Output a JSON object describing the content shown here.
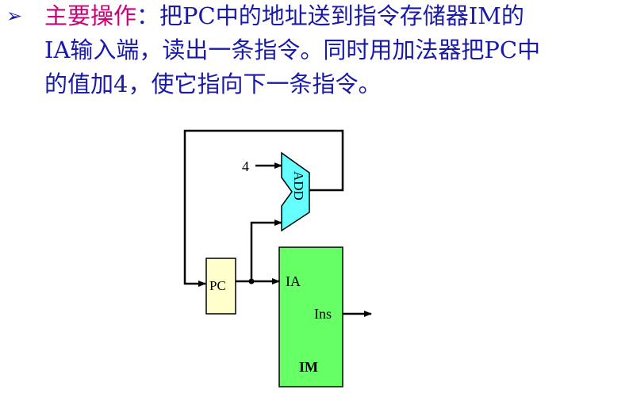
{
  "bullet_text": {
    "bullet_glyph": "➢",
    "label": "主要操作",
    "line1_rest": "：把PC中的地址送到指令存储器IM的",
    "line2": "IA输入端，读出一条指令。同时用加法器把PC中",
    "line3": "的值加4，使它指向下一条指令。"
  },
  "diagram": {
    "pc_label": "PC",
    "im_label": "IM",
    "ia_label": "IA",
    "ins_label": "Ins",
    "adder_label": "ADD",
    "const_four": "4"
  },
  "colors": {
    "text": "#1a1aa8",
    "emphasis": "#cc0077",
    "pc_fill": "#ffffcc",
    "im_fill": "#66ff66",
    "adder_fill": "#66ffff"
  }
}
